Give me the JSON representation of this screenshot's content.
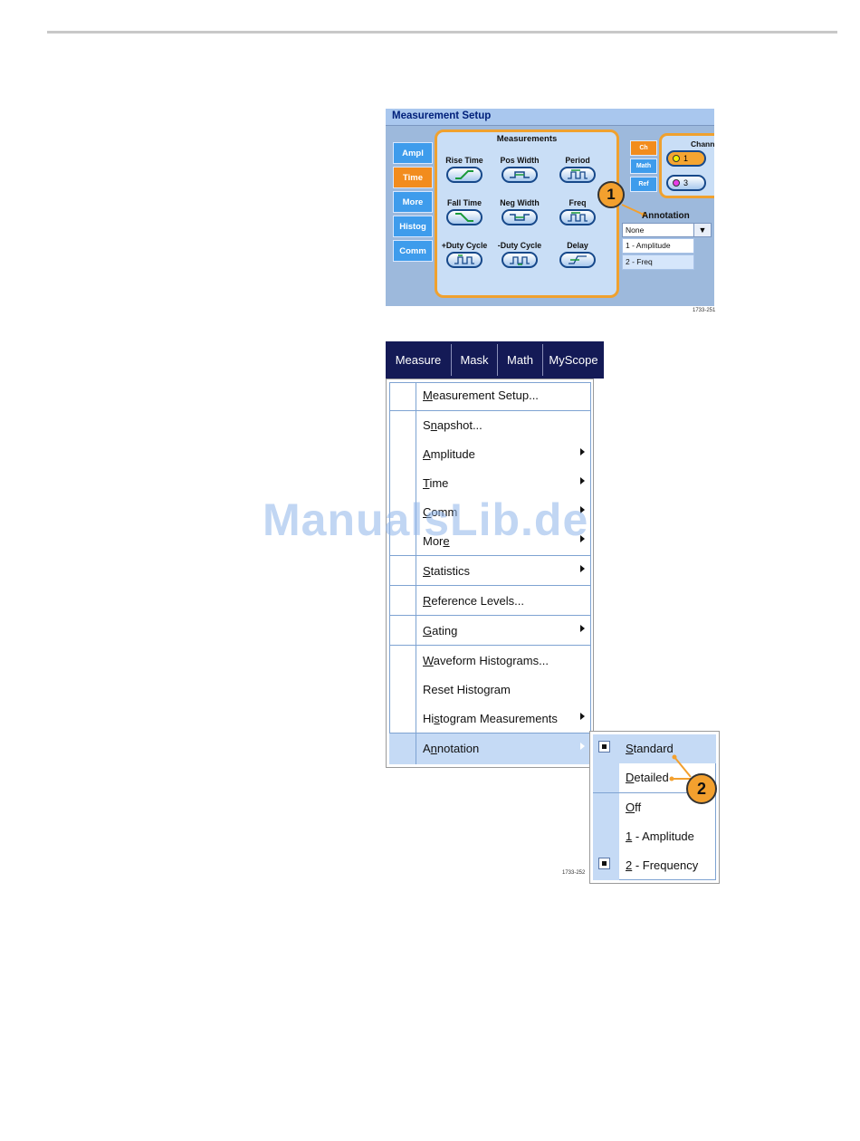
{
  "setup_panel": {
    "title": "Measurement Setup",
    "tabs": [
      "Ampl",
      "Time",
      "More",
      "Histog",
      "Comm"
    ],
    "active_tab": "Time",
    "measurements_header": "Measurements",
    "measurements": [
      "Rise Time",
      "Pos Width",
      "Period",
      "Fall Time",
      "Neg Width",
      "Freq",
      "+Duty Cycle",
      "-Duty Cycle",
      "Delay"
    ],
    "source_tabs": [
      "Ch",
      "Math",
      "Ref"
    ],
    "channels_header": "Chann",
    "channel_buttons": [
      "1",
      "3"
    ],
    "annotation_label": "Annotation",
    "annotation_value": "None",
    "annotation_options": [
      "1 - Amplitude",
      "2 - Freq"
    ],
    "callout_1": "1",
    "figure_id": "1733-251",
    "combo_arrow": "▼"
  },
  "menubar": {
    "items": [
      "Measure",
      "Mask",
      "Math",
      "MyScope"
    ]
  },
  "menu": {
    "items": [
      {
        "pre": "",
        "u": "M",
        "post": "easurement Setup..."
      },
      {
        "pre": "S",
        "u": "n",
        "post": "apshot..."
      },
      {
        "pre": "",
        "u": "A",
        "post": "mplitude"
      },
      {
        "pre": "",
        "u": "T",
        "post": "ime"
      },
      {
        "pre": "",
        "u": "C",
        "post": "omm"
      },
      {
        "pre": "Mor",
        "u": "e",
        "post": ""
      },
      {
        "pre": "",
        "u": "S",
        "post": "tatistics"
      },
      {
        "pre": "",
        "u": "R",
        "post": "eference Levels..."
      },
      {
        "pre": "",
        "u": "G",
        "post": "ating"
      },
      {
        "pre": "",
        "u": "W",
        "post": "aveform Histograms..."
      },
      {
        "pre": "Reset Histo",
        "u": "g",
        "post": "ram"
      },
      {
        "pre": "Hi",
        "u": "s",
        "post": "togram Measurements"
      },
      {
        "pre": "A",
        "u": "n",
        "post": "notation"
      }
    ]
  },
  "submenu": {
    "items": [
      {
        "pre": "",
        "u": "S",
        "post": "tandard"
      },
      {
        "pre": "",
        "u": "D",
        "post": "etailed"
      },
      {
        "pre": "",
        "u": "O",
        "post": "ff"
      },
      {
        "pre": "",
        "u": "1",
        "post": " - Amplitude"
      },
      {
        "pre": "",
        "u": "2",
        "post": " - Frequency"
      }
    ],
    "checked": [
      "Standard",
      "2 - Frequency"
    ],
    "callout_2": "2",
    "figure_id": "1733-252"
  },
  "watermark": "ManualsLib.de",
  "colors": {
    "menubar": "#141a56",
    "active_tab": "#f28c1d",
    "tab": "#3e9cec",
    "highlight": "#c5daf5",
    "callout": "#f3a02e"
  }
}
